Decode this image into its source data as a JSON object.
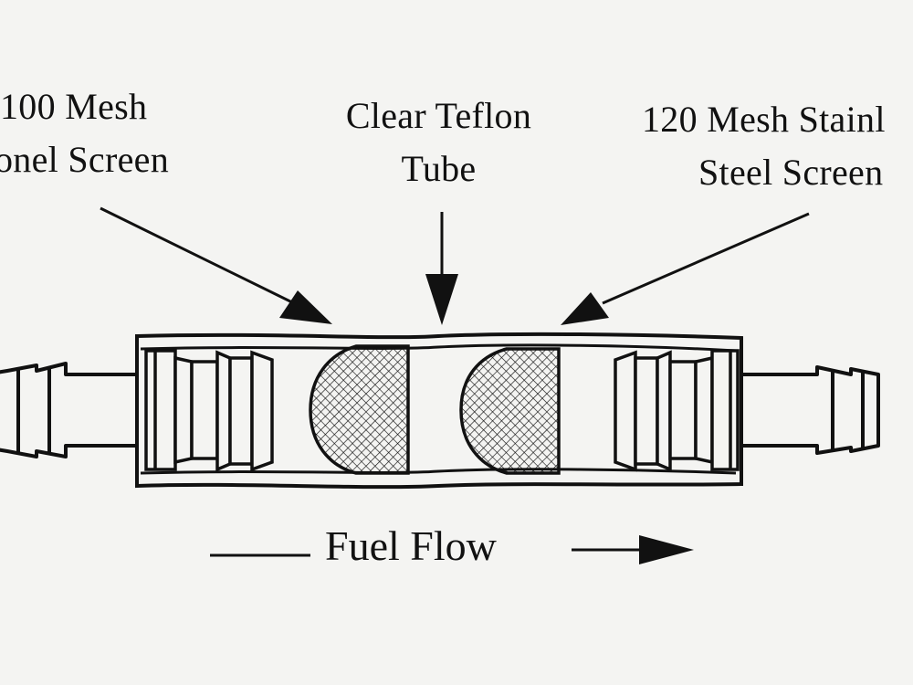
{
  "labels": {
    "left": {
      "line1": "100 Mesh",
      "line2": "onel Screen"
    },
    "center": {
      "line1": "Clear Teflon",
      "line2": "Tube"
    },
    "right": {
      "line1": "120 Mesh Stainl",
      "line2": "Steel Screen"
    }
  },
  "flow": {
    "label": "Fuel Flow",
    "direction": "left-to-right"
  },
  "colors": {
    "ink": "#111111",
    "paper": "#f4f4f2"
  }
}
